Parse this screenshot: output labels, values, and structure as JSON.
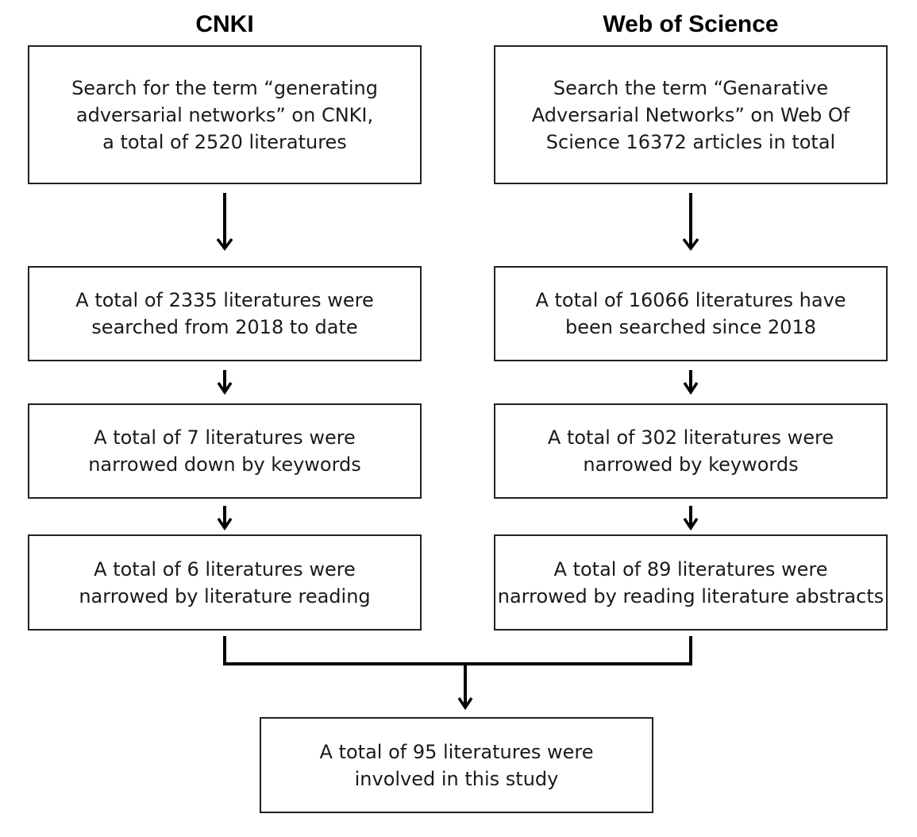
{
  "columns": {
    "left": {
      "title": "CNKI",
      "boxes": [
        [
          "Search for the term “generating",
          "adversarial networks” on CNKI,",
          "a total of 2520 literatures"
        ],
        [
          "A total of 2335 literatures were",
          "searched from 2018 to date"
        ],
        [
          "A total of 7 literatures were",
          "narrowed down by keywords"
        ],
        [
          "A total of 6 literatures were",
          "narrowed by literature reading"
        ]
      ]
    },
    "right": {
      "title": "Web of Science",
      "boxes": [
        [
          "Search the term “Genarative",
          "Adversarial Networks” on Web Of",
          "Science 16372 articles in total"
        ],
        [
          "A total of 16066 literatures have",
          "been searched since 2018"
        ],
        [
          "A total of 302 literatures were",
          "narrowed by keywords"
        ],
        [
          "A total of 89 literatures were",
          "narrowed by reading literature abstracts"
        ]
      ]
    }
  },
  "final": [
    "A total of 95 literatures were",
    "involved in this study"
  ]
}
